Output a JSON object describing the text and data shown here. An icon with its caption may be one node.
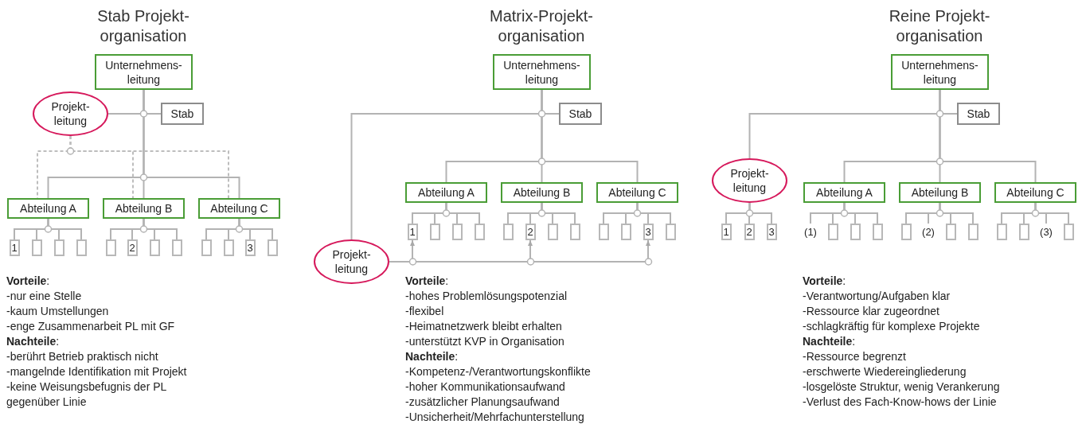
{
  "diagram": {
    "nodes": [
      {
        "text": [
          "Unternehmens- leitung"
        ]
      },
      {
        "text": [
          "Projekt- leitung"
        ]
      },
      {
        "text": [
          "Stab"
        ]
      },
      {
        "text": [
          "Abteilung A"
        ]
      },
      {
        "text": [
          "Abteilung B"
        ]
      },
      {
        "text": [
          "Abteilung C"
        ]
      },
      {
        "text": [
          "1"
        ]
      },
      {
        "text": [],
        "shape": "box"
      },
      {
        "text": [],
        "shape": "box"
      },
      {
        "text": [],
        "shape": "box"
      },
      {
        "text": [],
        "shape": "box"
      },
      {
        "text": [
          "2"
        ]
      },
      {
        "text": [],
        "shape": "box"
      },
      {
        "text": [],
        "shape": "box"
      },
      {
        "text": [],
        "shape": "box"
      },
      {
        "text": [],
        "shape": "box"
      },
      {
        "text": [
          "3"
        ]
      },
      {
        "text": [],
        "shape": "box"
      },
      {
        "text": [
          "Unternehmens- leitung"
        ]
      },
      {
        "text": [
          "Stab"
        ]
      },
      {
        "text": [
          "Abteilung A"
        ]
      },
      {
        "text": [
          "Abteilung B"
        ]
      },
      {
        "text": [
          "Abteilung C"
        ]
      },
      {
        "text": [
          "1"
        ]
      },
      {
        "text": [],
        "shape": "box"
      },
      {
        "text": [],
        "shape": "box"
      },
      {
        "text": [],
        "shape": "box"
      },
      {
        "text": [],
        "shape": "box"
      },
      {
        "text": [
          "2"
        ]
      },
      {
        "text": [],
        "shape": "box"
      },
      {
        "text": [],
        "shape": "box"
      },
      {
        "text": [],
        "shape": "box"
      },
      {
        "text": [],
        "shape": "box"
      },
      {
        "text": [
          "3"
        ]
      },
      {
        "text": [],
        "shape": "box"
      },
      {
        "text": [
          "Projekt- leitung"
        ]
      },
      {
        "text": [
          "Unternehmens- leitung"
        ]
      },
      {
        "text": [
          "Stab"
        ]
      },
      {
        "text": [
          "Projekt- leitung"
        ]
      },
      {
        "text": [
          "Abteilung A"
        ]
      },
      {
        "text": [
          "Abteilung B"
        ]
      },
      {
        "text": [
          "Abteilung C"
        ]
      },
      {
        "text": [
          "1"
        ]
      },
      {
        "text": [
          "2"
        ]
      },
      {
        "text": [
          "3"
        ]
      },
      {
        "text": [
          "(1)"
        ]
      },
      {
        "text": [],
        "shape": "box"
      },
      {
        "text": [],
        "shape": "box"
      },
      {
        "text": [],
        "shape": "box"
      },
      {
        "text": [],
        "shape": "box"
      },
      {
        "text": [
          "(2)"
        ]
      },
      {
        "text": [],
        "shape": "box"
      },
      {
        "text": [],
        "shape": "box"
      },
      {
        "text": [],
        "shape": "box"
      },
      {
        "text": [],
        "shape": "box"
      },
      {
        "text": [
          "(3)"
        ]
      },
      {
        "text": [],
        "shape": "box"
      }
    ],
    "edges": [
      {
        "from": 0,
        "to": 2,
        "arrow": "none"
      },
      {
        "from": 0,
        "to": 1,
        "arrow": "none"
      },
      {
        "from": 0,
        "to": 3,
        "arrow": "none"
      },
      {
        "from": 0,
        "to": 4,
        "arrow": "none"
      },
      {
        "from": 0,
        "to": 5,
        "arrow": "none"
      },
      {
        "from": 1,
        "to": 3,
        "arrow": "none",
        "style": "dashed"
      },
      {
        "from": 1,
        "to": 4,
        "arrow": "none",
        "style": "dashed"
      },
      {
        "from": 1,
        "to": 5,
        "arrow": "none",
        "style": "dashed"
      },
      {
        "from": 3,
        "to": 6,
        "arrow": "none"
      },
      {
        "from": 3,
        "to": 7,
        "arrow": "none"
      },
      {
        "from": 3,
        "to": 8,
        "arrow": "none"
      },
      {
        "from": 3,
        "to": 9,
        "arrow": "none"
      },
      {
        "from": 4,
        "to": 10,
        "arrow": "none"
      },
      {
        "from": 4,
        "to": 11,
        "arrow": "none"
      },
      {
        "from": 4,
        "to": 12,
        "arrow": "none"
      },
      {
        "from": 4,
        "to": 13,
        "arrow": "none"
      },
      {
        "from": 5,
        "to": 14,
        "arrow": "none"
      },
      {
        "from": 5,
        "to": 15,
        "arrow": "none"
      },
      {
        "from": 5,
        "to": 16,
        "arrow": "none"
      },
      {
        "from": 5,
        "to": 17,
        "arrow": "none"
      },
      {
        "from": 18,
        "to": 19,
        "arrow": "none"
      },
      {
        "from": 18,
        "to": 35,
        "arrow": "none"
      },
      {
        "from": 18,
        "to": 20,
        "arrow": "none"
      },
      {
        "from": 18,
        "to": 21,
        "arrow": "none"
      },
      {
        "from": 18,
        "to": 22,
        "arrow": "none"
      },
      {
        "from": 20,
        "to": 23,
        "arrow": "none"
      },
      {
        "from": 20,
        "to": 24,
        "arrow": "none"
      },
      {
        "from": 20,
        "to": 25,
        "arrow": "none"
      },
      {
        "from": 20,
        "to": 26,
        "arrow": "none"
      },
      {
        "from": 21,
        "to": 27,
        "arrow": "none"
      },
      {
        "from": 21,
        "to": 28,
        "arrow": "none"
      },
      {
        "from": 21,
        "to": 29,
        "arrow": "none"
      },
      {
        "from": 21,
        "to": 30,
        "arrow": "none"
      },
      {
        "from": 22,
        "to": 31,
        "arrow": "none"
      },
      {
        "from": 22,
        "to": 32,
        "arrow": "none"
      },
      {
        "from": 22,
        "to": 33,
        "arrow": "none"
      },
      {
        "from": 22,
        "to": 34,
        "arrow": "none"
      },
      {
        "from": 35,
        "to": 23,
        "arrow": "to"
      },
      {
        "from": 35,
        "to": 28,
        "arrow": "to"
      },
      {
        "from": 35,
        "to": 33,
        "arrow": "to"
      },
      {
        "from": 36,
        "to": 37,
        "arrow": "none"
      },
      {
        "from": 36,
        "to": 38,
        "arrow": "none"
      },
      {
        "from": 36,
        "to": 39,
        "arrow": "none"
      },
      {
        "from": 36,
        "to": 40,
        "arrow": "none"
      },
      {
        "from": 36,
        "to": 41,
        "arrow": "none"
      },
      {
        "from": 38,
        "to": 42,
        "arrow": "none"
      },
      {
        "from": 38,
        "to": 43,
        "arrow": "none"
      },
      {
        "from": 38,
        "to": 44,
        "arrow": "none"
      },
      {
        "from": 39,
        "to": 45,
        "arrow": "none"
      },
      {
        "from": 39,
        "to": 46,
        "arrow": "none"
      },
      {
        "from": 39,
        "to": 47,
        "arrow": "none"
      },
      {
        "from": 39,
        "to": 48,
        "arrow": "none"
      },
      {
        "from": 40,
        "to": 49,
        "arrow": "none"
      },
      {
        "from": 40,
        "to": 50,
        "arrow": "none"
      },
      {
        "from": 40,
        "to": 51,
        "arrow": "none"
      },
      {
        "from": 40,
        "to": 52,
        "arrow": "none"
      },
      {
        "from": 41,
        "to": 53,
        "arrow": "none"
      },
      {
        "from": 41,
        "to": 54,
        "arrow": "none"
      },
      {
        "from": 41,
        "to": 55,
        "arrow": "none"
      },
      {
        "from": 41,
        "to": 56,
        "arrow": "none"
      }
    ],
    "labels": [
      "Stab Projekt- organisation",
      "Matrix-Projekt- organisation",
      "Reine Projekt- organisation",
      "**Vorteile**:",
      "-nur eine Stelle",
      "-kaum Umstellungen",
      "-enge Zusammenarbeit PL mit GF",
      "**Nachteile**:",
      "-berührt Betrieb praktisch nicht",
      "-mangelnde Identifikation mit Projekt",
      "-keine Weisungsbefugnis der PL gegenüber Linie",
      "**Vorteile**:",
      "-hohes Problemlösungspotenzial",
      "-flexibel",
      "-Heimatnetzwerk bleibt erhalten",
      "-unterstützt KVP in Organisation",
      "**Nachteile**:",
      "-Kompetenz-/Verantwortungskonflikte",
      "-hoher Kommunikationsaufwand",
      "-zusätzlicher Planungsaufwand",
      "-Unsicherheit/Mehrfachunterstellung",
      "**Vorteile**:",
      "-Verantwortung/Aufgaben klar",
      "-Ressource klar zugeordnet",
      "-schlagkräftig für komplexe Projekte",
      "**Nachteile**:",
      "-Ressource begrenzt",
      "-erschwerte Wiedereingliederung",
      "-losgelöste Struktur, wenig Verankerung",
      "-Verlust des Fach-Know-hows der Linie"
    ]
  }
}
